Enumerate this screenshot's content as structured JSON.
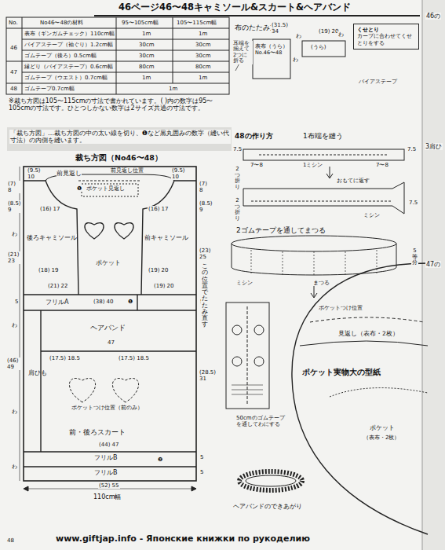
{
  "diagram": {
    "title": "46ページ46〜48キャミソール&スカート&ヘアバンド",
    "nodes": [
      {
        "text": [
          "前見返し"
        ]
      },
      {
        "text": [
          "ポケット見返し"
        ]
      },
      {
        "text": [
          "後ろキャミソール"
        ]
      },
      {
        "text": [
          "ポケット"
        ]
      },
      {
        "text": [
          "前キャミソール"
        ]
      },
      {
        "text": [
          "フリルA"
        ]
      },
      {
        "text": [
          "ヘアバンド"
        ]
      },
      {
        "text": [
          "肩ひも"
        ]
      },
      {
        "text": [
          "前・後ろスカート"
        ]
      },
      {
        "text": [
          "フリルB"
        ]
      },
      {
        "text": [
          "フリルB"
        ]
      },
      {
        "text": [
          "表布（うら）",
          "No.46〜48"
        ]
      },
      {
        "text": [
          "くせとり",
          "カーブに合わせてくせとりをする"
        ]
      },
      {
        "text": [
          "ポケット実物大の型紙"
        ]
      }
    ],
    "labels": [
      "No.",
      "No46〜48の材料",
      "95〜105cm幅",
      "105〜115cm幅",
      "46",
      "表布（ギンガムチェック）110cm幅",
      "1m",
      "1m",
      "バイアステープ（袖ぐり）1.2cm幅",
      "30cm",
      "30cm",
      "ゴムテープ（後ろ）0.5cm幅",
      "30cm",
      "30cm",
      "47",
      "縁どり（バイアステープ）0.6cm幅",
      "80cm",
      "80cm",
      "ゴムテープ（ウエスト）0.7cm幅",
      "1m",
      "1m",
      "48",
      "ゴムテープ0.7cm幅",
      "1m",
      "※裁ち方図は105〜115cmの寸法で書かれています。( )内の数字は95〜105cmの寸法です。ひとつしかない数字は2サイズ共通の寸法です。",
      "「裁ち方図」…裁ち方図の中の太い線を切り、❶など黒丸囲みの数字（縫い代寸法）の内側を縫います。",
      "裁ち方図（No46〜48）",
      "(9.5) 10",
      "前見返し位置",
      "(9.5) 10",
      "(7) 8",
      "(8.5) 9",
      "(21) 23",
      "(16) 17",
      "(18) 19",
      "(16) 17",
      "(19) 20",
      "(7) 8",
      "(8.5) 9",
      "(23) 25",
      "(21) 22",
      "(19) 20",
      "(38) 40",
      "5",
      "5",
      "47",
      "(46) 49",
      "(17.5) 18.5",
      "(17.5) 18.5",
      "ポケットつけ位置（前のみ）",
      "(28.5) 31",
      "(44) 47",
      "5",
      "5",
      "(52) 55",
      "110cm幅",
      "この位置でたたみ直す",
      "わ",
      "わ",
      "わ",
      "わ",
      "❶",
      "❶",
      "❷",
      "布のたたみ方",
      "耳端を揃えて2つに折る",
      "(31.5) 34",
      "わ",
      "わ",
      "(19) 20",
      "(うら)",
      "わ",
      "バイアステープ",
      "48の作り方",
      "1布端を縫う",
      "7.5",
      "7〜8",
      "1ミシン",
      "7〜8",
      "7.5",
      "2つ折り",
      "おもてに返す",
      "2つ折り",
      "ミシン",
      "7.5",
      "2ゴムテープを通してまつる",
      "5等分",
      "ミシン",
      "まつる",
      "50cmのゴムテープを通してわにする",
      "ポケットつけ位置",
      "見返し（表布・2枚）",
      "ポケット",
      "（表布・2枚）",
      "ヘアバンドのできあがり",
      "46の",
      "3肩ひ",
      "47の",
      "48",
      "www.giftjap.info - Японские книжки по рукоделию"
    ]
  }
}
